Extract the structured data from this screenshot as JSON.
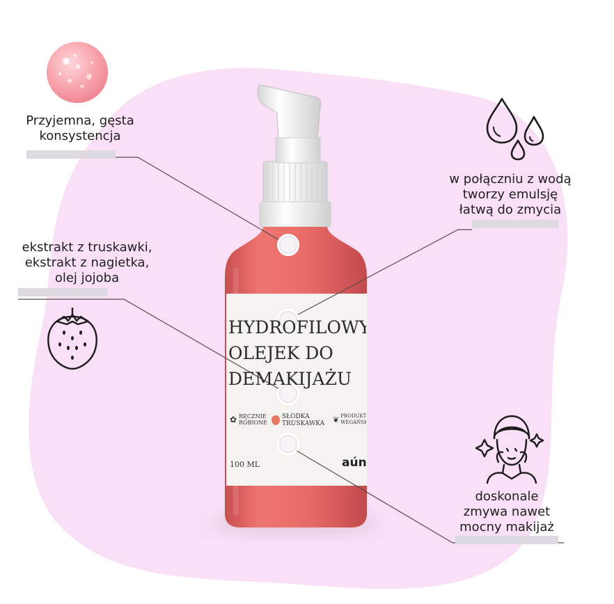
{
  "callouts": {
    "texture": {
      "lines": [
        "Przyjemna, gęsta",
        "konsystencja"
      ]
    },
    "extracts": {
      "lines": [
        "ekstrakt z truskawki,",
        "ekstrakt z nagietka,",
        "olej jojoba"
      ]
    },
    "emulsion": {
      "lines": [
        "w połączniu z wodą",
        "tworzy emulsję",
        "łatwą do zmycia"
      ]
    },
    "makeup": {
      "lines": [
        "doskonale",
        "zmywa nawet",
        "mocny makijaż"
      ]
    }
  },
  "product": {
    "title_lines": [
      "HYDROFILOWY",
      "OLEJEK DO",
      "DEMAKIJAŻU"
    ],
    "badge_handmade": [
      "RĘCZNIE",
      "ROBIONE"
    ],
    "badge_flavor": [
      "SŁODKA",
      "TRUSKAWKA"
    ],
    "badge_vegan": [
      "PRODUKT",
      "WEGAŃSKI"
    ],
    "volume": "100 ML",
    "brand": "aúna"
  },
  "colors": {
    "blob": "#f9e0f6",
    "liquid": "#e86a66",
    "highlight_bar": "#dcdae0",
    "accent_strawberry": "#e47860"
  },
  "icons": [
    "gel-drop-icon",
    "water-drops-icon",
    "strawberry-icon",
    "woman-face-icon"
  ]
}
